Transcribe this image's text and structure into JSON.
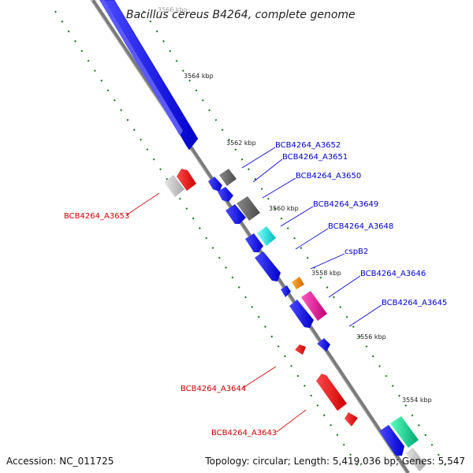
{
  "title": "Bacillus cereus B4264, complete genome",
  "accession": "Accession: NC_011725",
  "topology": "Topology: circular; Length: 5,419,036 bp; Genes: 5,547",
  "ticks": [
    "3566 kbp",
    "3564 kbp",
    "3562 kbp",
    "3560 kbp",
    "3558 kbp",
    "3556 kbp",
    "3554 kbp"
  ],
  "gene_labels": {
    "a3652": "BCB4264_A3652",
    "a3651": "BCB4264_A3651",
    "a3650": "BCB4264_A3650",
    "a3649": "BCB4264_A3649",
    "a3648": "BCB4264_A3648",
    "cspb2": "cspB2",
    "a3646": "BCB4264_A3646",
    "a3645": "BCB4264_A3645",
    "a3653": "BCB4264_A3653",
    "a3644": "BCB4264_A3644",
    "a3643": "BCB4264_A3643"
  },
  "colors": {
    "forward_label": "#0000cc",
    "reverse_label": "#cc0000",
    "cds_blue": "#0000ee",
    "cds_red": "#ee0000",
    "cds_gray": "#666666",
    "cds_lightgray": "#c8c8c8",
    "cds_cyan": "#00eeee",
    "cds_orange": "#ee8800",
    "cds_magenta": "#ee0099",
    "cds_green": "#00cc88",
    "scale": "#117711",
    "backbone": "#808080"
  }
}
